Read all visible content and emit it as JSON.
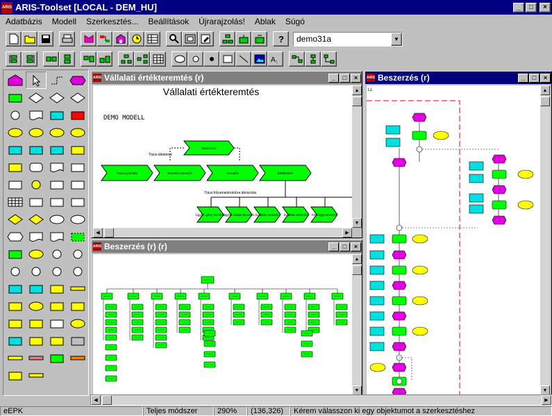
{
  "app": {
    "title": "ARIS-Toolset [LOCAL - DEM_HU]",
    "icon_label": "ARIS"
  },
  "menu": [
    "Adatbázis",
    "Modell",
    "Szerkesztés...",
    "Beállítások",
    "Újrarajzolás!",
    "Ablak",
    "Súgó"
  ],
  "toolbar": {
    "database_value": "demo31a"
  },
  "windows": {
    "w1": {
      "title": "Vállalati értékteremtés (r)",
      "heading": "Vállalati értékteremtés",
      "label": "DEMO MODELL",
      "top_process": "Beszerzés",
      "chain": [
        "Piacra jelentés",
        "Termelés tervezés",
        "Termelés",
        "Értékesítés"
      ],
      "sub": [
        "Ügyfél igény felmérés",
        "Ügyfél ellátás tervezés",
        "Szállítás tervezés",
        "Szállítás tervezés",
        "Pénzügyi tervezés"
      ],
      "note1": "Típus:általános",
      "note2": "Típus:folyamatstruktúra ábrázolás"
    },
    "w2": {
      "title": "Beszerzés (r) (r)"
    },
    "w3": {
      "title": "Beszerzés (r)",
      "corner": "LL"
    }
  },
  "status": {
    "c1": "eEPK",
    "c2": "Teljes módszer",
    "c3": "290%",
    "c4": "(136,326)",
    "c5": "Kérem válasszon ki egy objektumot a szerkesztéshez"
  },
  "colors": {
    "green": "#00ff00",
    "magenta": "#e000e0",
    "cyan": "#00e0e0",
    "yellow": "#ffff00",
    "red": "#ff0000",
    "title": "#000080"
  }
}
